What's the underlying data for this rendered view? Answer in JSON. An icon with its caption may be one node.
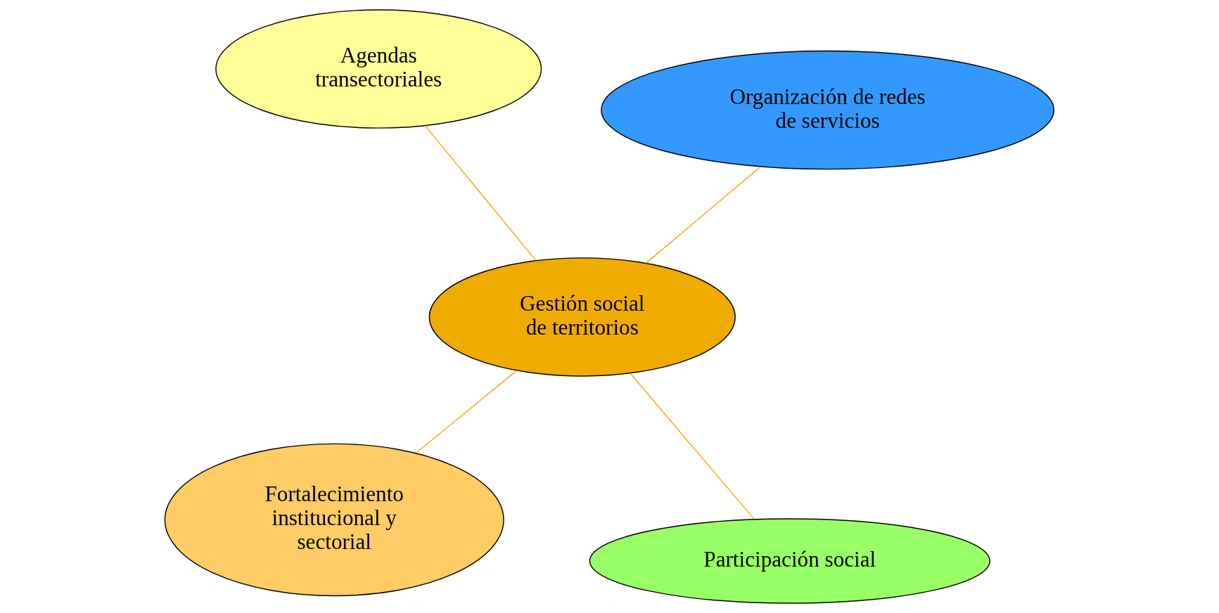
{
  "diagram": {
    "nodes": [
      {
        "text": [
          "Fortalecimiento institucional y sectorial"
        ]
      },
      {
        "text": [
          "Participación social"
        ]
      },
      {
        "text": [
          "Gestión social de territorios"
        ]
      },
      {
        "text": [
          "Agendas transectoriales"
        ]
      },
      {
        "text": [
          "Organización de redes de servicios"
        ]
      }
    ],
    "edges": [
      {
        "from": 2,
        "to": 0,
        "arrow": "none"
      },
      {
        "from": 2,
        "to": 1,
        "arrow": "none"
      },
      {
        "from": 2,
        "to": 3,
        "arrow": "none"
      },
      {
        "from": 2,
        "to": 4,
        "arrow": "none"
      }
    ]
  }
}
